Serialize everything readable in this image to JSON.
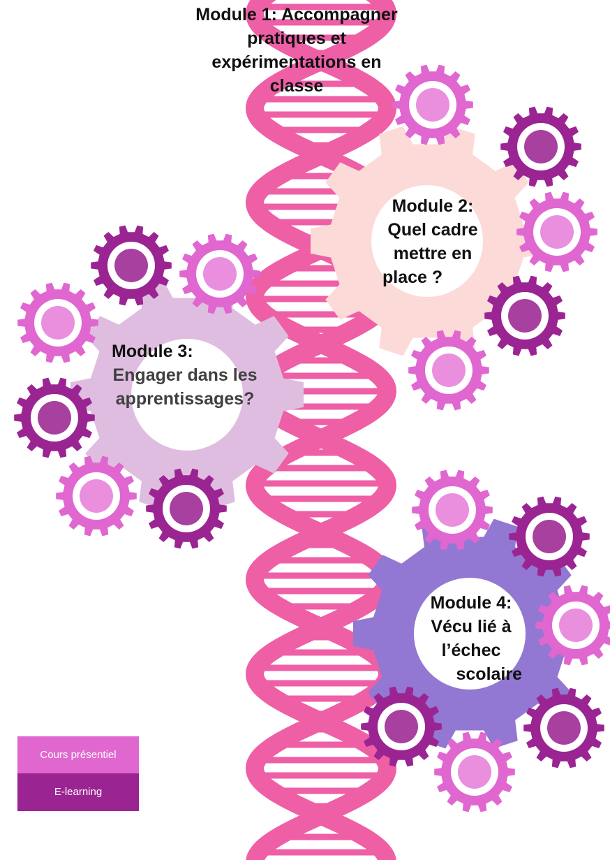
{
  "colors": {
    "helix": "#ee5fa6",
    "gear_light": "#e067d0",
    "gear_dark": "#9b2493",
    "gear_inner_light": "#e98fde",
    "gear_inner_dark": "#a7409f",
    "big_gear_module2": "#fcdad8",
    "big_gear_module3": "#dfbde0",
    "big_gear_module4": "#9278d2",
    "text": "#111111"
  },
  "modules": {
    "m1": {
      "line1": "Module 1: Accompagner",
      "line2": "pratiques et",
      "line3": "expérimentations en",
      "line4": "classe"
    },
    "m2": {
      "line1": "Module 2:",
      "line2": "Quel cadre",
      "line3": "mettre en",
      "line4": "place ?"
    },
    "m3": {
      "line1": "Module 3:",
      "line2": "Engager dans les",
      "line3": "apprentissages?"
    },
    "m4": {
      "line1": "Module 4:",
      "line2": "Vécu lié à",
      "line3": "l’échec",
      "line4": "scolaire"
    }
  },
  "legend": [
    {
      "label": "Cours présentiel",
      "color": "#e067d0"
    },
    {
      "label": "E-learning",
      "color": "#9b2493"
    }
  ]
}
